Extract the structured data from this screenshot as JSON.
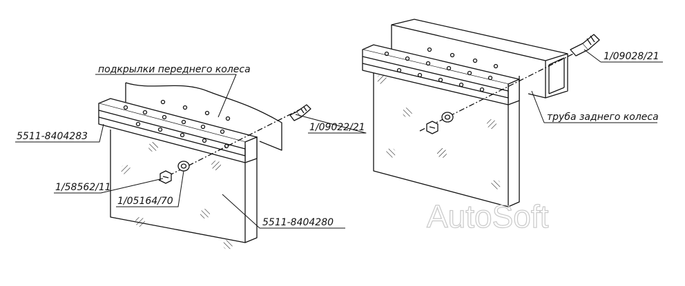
{
  "labels": {
    "front_fender_liner": "подкрылки переднего колеса",
    "bracket_left": "5511-8404283",
    "bolt_left": "1/09022/21",
    "nut_left": "1/58562/11",
    "washer_left": "1/05164/70",
    "mudflap_left": "5511-8404280",
    "bolt_right": "1/09028/21",
    "rear_wheel_tube": "труба заднего колеса"
  },
  "watermark": "AutoSoft",
  "colors": {
    "line": "#111111",
    "watermark": "#c9c9c9"
  }
}
